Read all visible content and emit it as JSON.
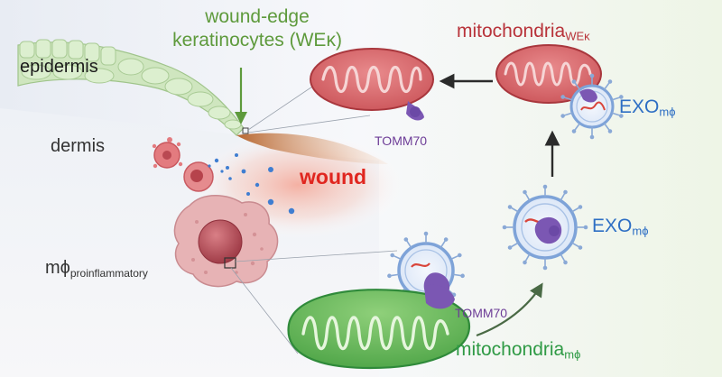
{
  "labels": {
    "wound_edge_line1": "wound-edge",
    "wound_edge_line2": "keratinocytes (WEκ)",
    "epidermis": "epidermis",
    "dermis": "dermis",
    "mphi_main": "mϕ",
    "mphi_sub": "proinflammatory",
    "wound": "wound",
    "mito_we_main": "mitochondria",
    "mito_we_sub": "WEκ",
    "exo_main": "EXO",
    "exo_sub": "mϕ",
    "tomm70": "TOMM70",
    "mito_mphi_main": "mitochondria",
    "mito_mphi_sub": "mϕ"
  },
  "colors": {
    "keratinocyte_green": "#5e9a3c",
    "wound_red": "#e0261f",
    "mito_we_red": "#b8333a",
    "mito_we_fill": "#d9676a",
    "mito_mphi_green": "#2f9a45",
    "mito_mphi_fill": "#6cbf5a",
    "exosome_blue": "#2e6fc4",
    "tomm70_purple": "#6d3d97",
    "macrophage_pink": "#e2a7a9"
  }
}
